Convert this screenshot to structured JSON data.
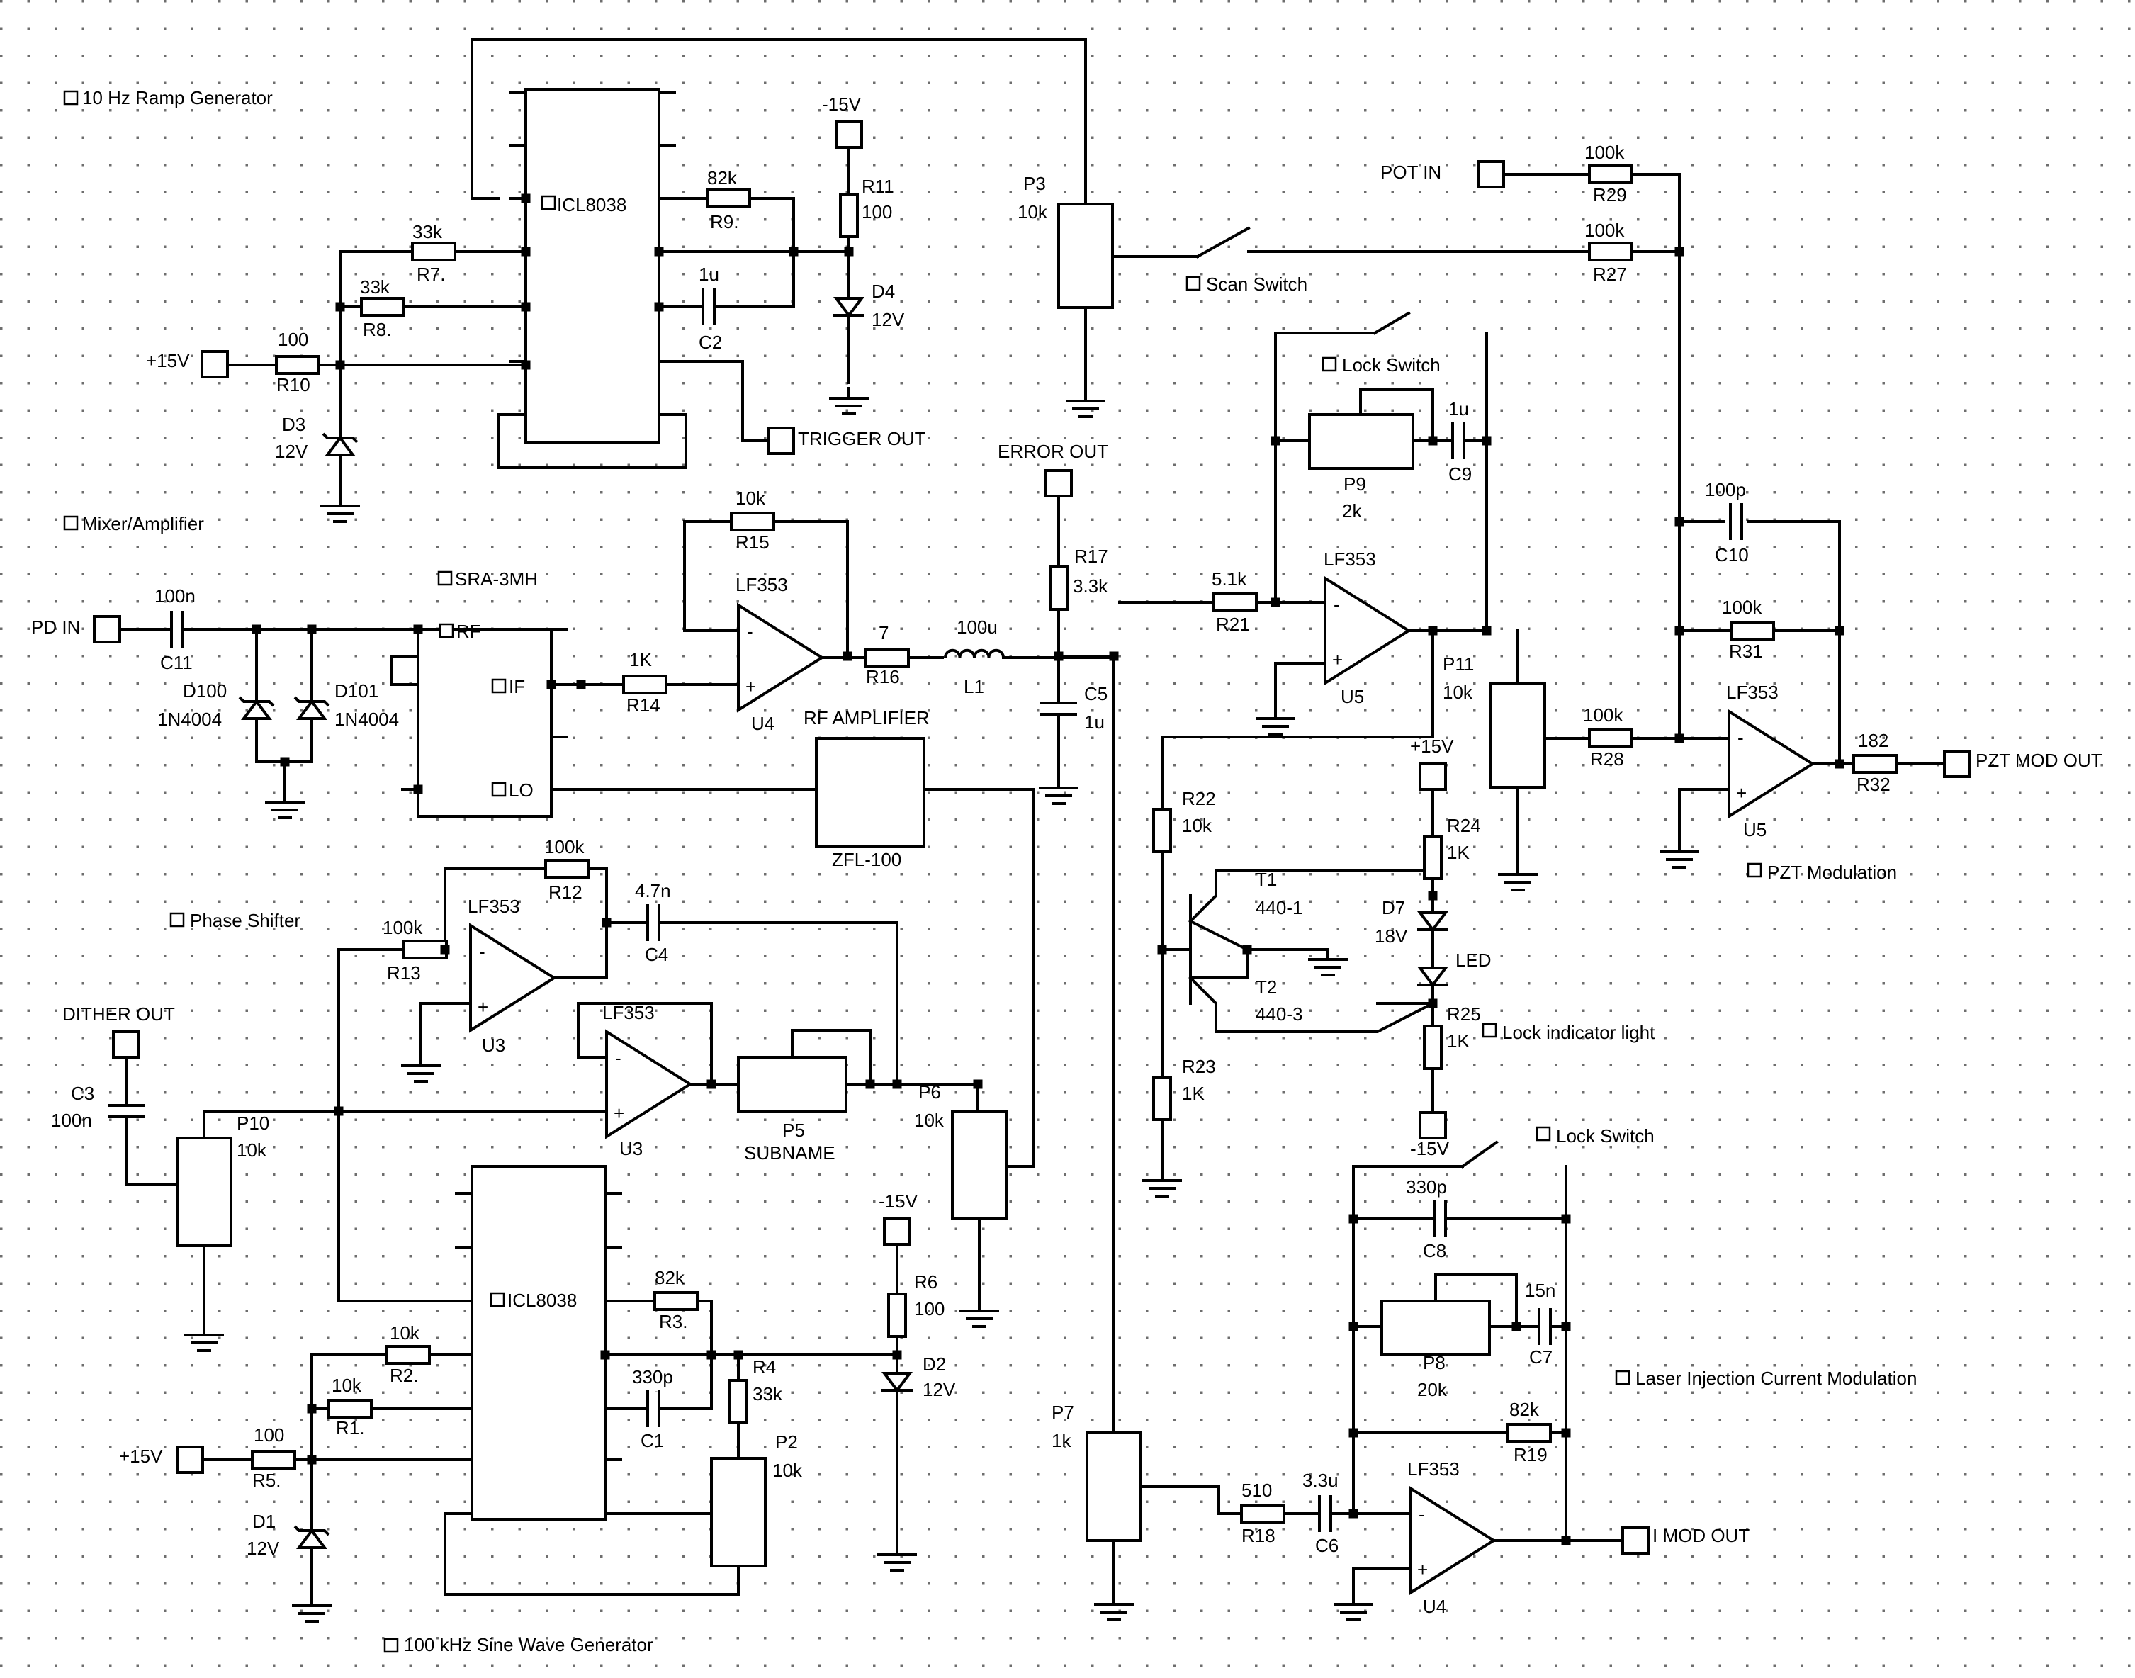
{
  "sections": {
    "ramp": "10 Hz Ramp Generator",
    "mixer": "Mixer/Amplifier",
    "phase": "Phase Shifter",
    "sine": "100 kHz Sine Wave Generator",
    "scan_switch": "Scan Switch",
    "lock_switch_top": "Lock Switch",
    "lock_switch_bottom": "Lock Switch",
    "pzt_mod": "PZT Modulation",
    "lock_light": "Lock indicator light",
    "laser_mod": "Laser Injection Current Modulation"
  },
  "ports": {
    "pd_in": "PD IN",
    "pot_in": "POT IN",
    "trigger_out": "TRIGGER OUT",
    "error_out": "ERROR OUT",
    "dither_out": "DITHER OUT",
    "pzt_mod_out": "PZT MOD OUT",
    "i_mod_out": "I MOD OUT",
    "vp_top": "+15V",
    "vn_top": "-15V",
    "vp_lock": "+15V",
    "vn_lock": "-15V",
    "vp_bottom": "+15V",
    "vn_bottom": "-15V"
  },
  "ics": {
    "top": "ICL8038",
    "bottom": "ICL8038",
    "mixer": "SRA-3MH",
    "mixer_rf": "RF",
    "mixer_if": "IF",
    "mixer_lo": "LO",
    "rfamp_title": "RF AMPLIFIER",
    "rfamp_name": "ZFL-100"
  },
  "opamps": {
    "u4_type": "LF353",
    "u4_name": "U4",
    "u5_type": "LF353",
    "u5_name": "U5",
    "u5b_type": "LF353",
    "u5b_name": "U5",
    "u3a_type": "LF353",
    "u3a_name": "U3",
    "u3b_type": "LF353",
    "u3b_name": "U3",
    "u4b_type": "LF353",
    "u4b_name": "U4"
  },
  "components": {
    "r7_val": "33k",
    "r7_name": "R7.",
    "r8_val": "33k",
    "r8_name": "R8.",
    "r9_val": "82k",
    "r9_name": "R9.",
    "r10_val": "100",
    "r10_name": "R10",
    "r11_name": "R11",
    "r11_val": "100",
    "c2_val": "1u",
    "c2_name": "C2",
    "d3_name": "D3",
    "d3_val": "12V",
    "d4_name": "D4",
    "d4_val": "12V",
    "p3_name": "P3",
    "p3_val": "10k",
    "r29_val": "100k",
    "r29_name": "R29",
    "r27_val": "100k",
    "r27_name": "R27",
    "p9_name": "P9",
    "p9_val": "2k",
    "c9_val": "1u",
    "c9_name": "C9",
    "c11_val": "100n",
    "c11_name": "C11",
    "d100_name": "D100",
    "d100_val": "1N4004",
    "d101_name": "D101",
    "d101_val": "1N4004",
    "r14_val": "1K",
    "r14_name": "R14",
    "r15_val": "10k",
    "r15_name": "R15",
    "r16_val": "7",
    "r16_name": "R16",
    "l1_val": "100u",
    "l1_name": "L1",
    "r17_name": "R17",
    "r17_val": "3.3k",
    "c5_name": "C5",
    "c5_val": "1u",
    "r21_val": "5.1k",
    "r21_name": "R21",
    "c10_val": "100p",
    "c10_name": "C10",
    "r31_val": "100k",
    "r31_name": "R31",
    "r28_val": "100k",
    "r28_name": "R28",
    "r32_val": "182",
    "r32_name": "R32",
    "p11_name": "P11",
    "p11_val": "10k",
    "r22_name": "R22",
    "r22_val": "10k",
    "r23_name": "R23",
    "r23_val": "1K",
    "r24_name": "R24",
    "r24_val": "1K",
    "r25_name": "R25",
    "r25_val": "1K",
    "d7_name": "D7",
    "d7_val": "18V",
    "led_name": "LED",
    "t1_name": "T1",
    "t1_val": "440-1",
    "t2_name": "T2",
    "t2_val": "440-3",
    "r12_val": "100k",
    "r12_name": "R12",
    "r13_val": "100k",
    "r13_name": "R13",
    "c4_val": "4.7n",
    "c4_name": "C4",
    "p5_name": "P5",
    "p5_sub": "SUBNAME",
    "p6_name": "P6",
    "p6_val": "10k",
    "c3_name": "C3",
    "c3_val": "100n",
    "p10_name": "P10",
    "p10_val": "10k",
    "r3_val": "82k",
    "r3_name": "R3.",
    "r2_val": "10k",
    "r2_name": "R2.",
    "r1_val": "10k",
    "r1_name": "R1.",
    "r5_val": "100",
    "r5_name": "R5.",
    "r4_name": "R4",
    "r4_val": "33k",
    "c1_val": "330p",
    "c1_name": "C1",
    "p2_name": "P2",
    "p2_val": "10k",
    "r6_name": "R6",
    "r6_val": "100",
    "d2_name": "D2",
    "d2_val": "12V",
    "d1_name": "D1",
    "d1_val": "12V",
    "p7_name": "P7",
    "p7_val": "1k",
    "r18_val": "510",
    "r18_name": "R18",
    "c6_val": "3.3u",
    "c6_name": "C6",
    "c8_val": "330p",
    "c8_name": "C8",
    "p8_name": "P8",
    "p8_val": "20k",
    "c7_val": "15n",
    "c7_name": "C7",
    "r19_val": "82k",
    "r19_name": "R19"
  }
}
